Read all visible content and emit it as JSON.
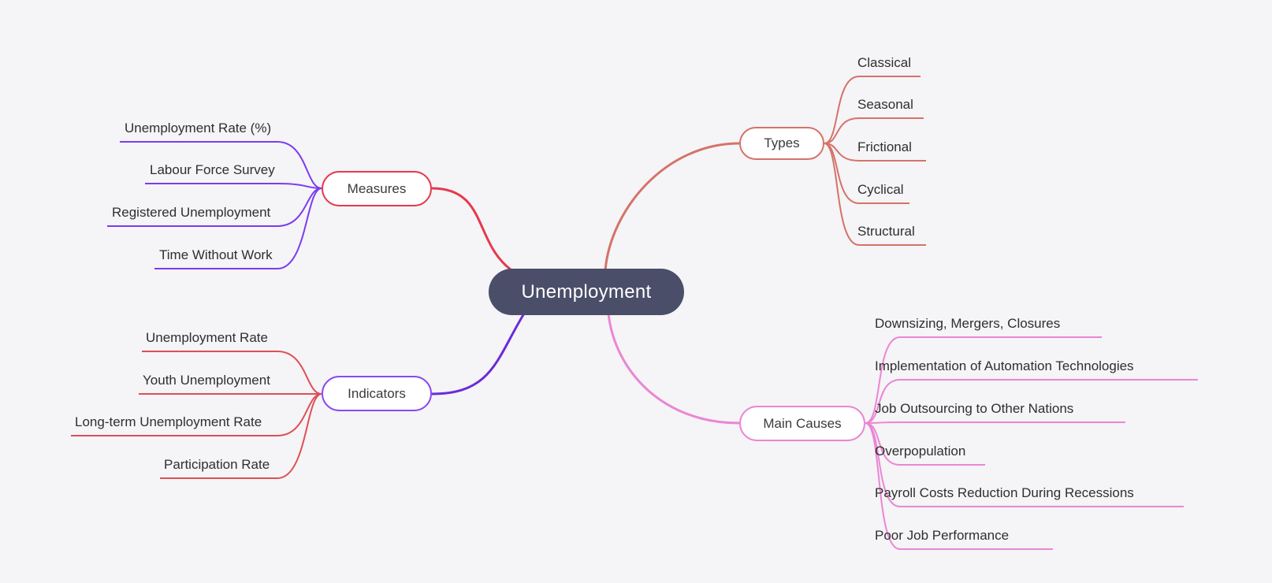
{
  "title": "Unemployment",
  "colors": {
    "background": "#f5f4f6",
    "central_bg": "#4a4e69",
    "central_text": "#ffffff",
    "node_bg": "#ffffff",
    "node_text": "#3b3b3b",
    "child_text": "#2f2f2f",
    "measures_border": "#e5394e",
    "measures_branch": "#e5394e",
    "measures_child_line": "#7a3cf0",
    "types_border": "#d4736a",
    "types_branch": "#d4736a",
    "types_child_line": "#d4736a",
    "indicators_border": "#8a49f2",
    "indicators_branch": "#6c2bd9",
    "indicators_child_line": "#dd5056",
    "maincauses_border": "#ea86d4",
    "maincauses_branch": "#ea86d4",
    "maincauses_child_line": "#ea86d4"
  },
  "central": {
    "label": "Unemployment"
  },
  "branches": [
    {
      "label": "Measures",
      "children": [
        "Unemployment Rate (%)",
        "Labour Force Survey",
        "Registered Unemployment",
        "Time Without Work"
      ]
    },
    {
      "label": "Types",
      "children": [
        "Classical",
        "Seasonal",
        "Frictional",
        "Cyclical",
        "Structural"
      ]
    },
    {
      "label": "Indicators",
      "children": [
        "Unemployment Rate",
        "Youth Unemployment",
        "Long-term Unemployment Rate",
        "Participation Rate"
      ]
    },
    {
      "label": "Main Causes",
      "children": [
        "Downsizing, Mergers, Closures",
        "Implementation of Automation Technologies",
        "Job Outsourcing to Other Nations",
        "Overpopulation",
        "Payroll Costs Reduction During Recessions",
        "Poor Job Performance"
      ]
    }
  ]
}
